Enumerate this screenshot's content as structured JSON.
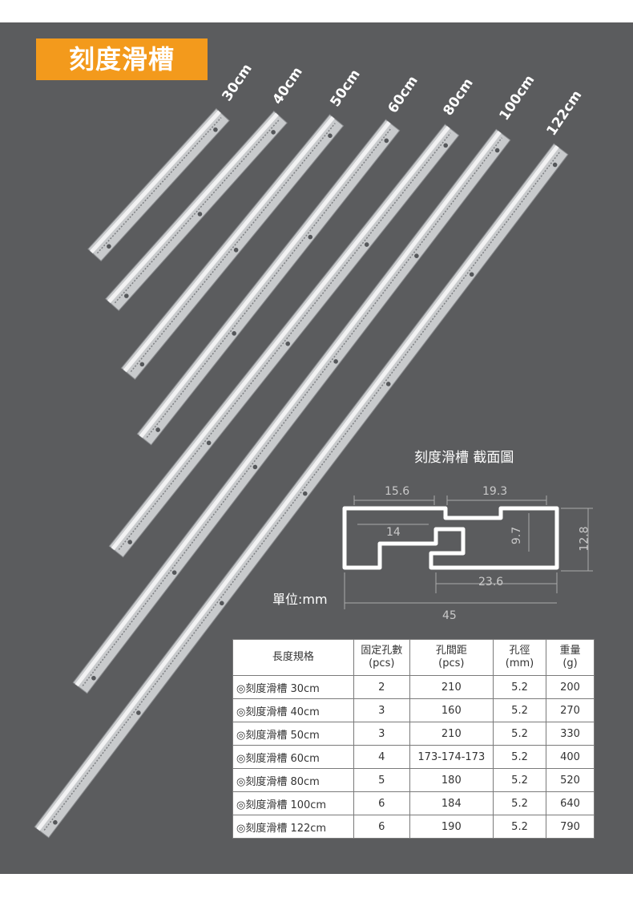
{
  "title": "刻度滑槽",
  "lengths": [
    "30cm",
    "40cm",
    "50cm",
    "60cm",
    "80cm",
    "100cm",
    "122cm"
  ],
  "cross_section": {
    "title": "刻度滑槽 截面圖",
    "unit": "單位:mm",
    "dims": {
      "top_left": "15.6",
      "top_right": "19.3",
      "inner": "14",
      "height_inner": "9.7",
      "height_total": "12.8",
      "bottom": "23.6",
      "width_total": "45"
    }
  },
  "table": {
    "headers": [
      {
        "line1": "長度規格",
        "line2": ""
      },
      {
        "line1": "固定孔數",
        "line2": "(pcs)"
      },
      {
        "line1": "孔間距",
        "line2": "(pcs)"
      },
      {
        "line1": "孔徑",
        "line2": "(mm)"
      },
      {
        "line1": "重量",
        "line2": "(g)"
      }
    ],
    "rows": [
      [
        "◎刻度滑槽 30cm",
        "2",
        "210",
        "5.2",
        "200"
      ],
      [
        "◎刻度滑槽 40cm",
        "3",
        "160",
        "5.2",
        "270"
      ],
      [
        "◎刻度滑槽 50cm",
        "3",
        "210",
        "5.2",
        "330"
      ],
      [
        "◎刻度滑槽 60cm",
        "4",
        "173-174-173",
        "5.2",
        "400"
      ],
      [
        "◎刻度滑槽 80cm",
        "5",
        "180",
        "5.2",
        "520"
      ],
      [
        "◎刻度滑槽 100cm",
        "6",
        "184",
        "5.2",
        "640"
      ],
      [
        "◎刻度滑槽 122cm",
        "6",
        "190",
        "5.2",
        "790"
      ]
    ]
  }
}
